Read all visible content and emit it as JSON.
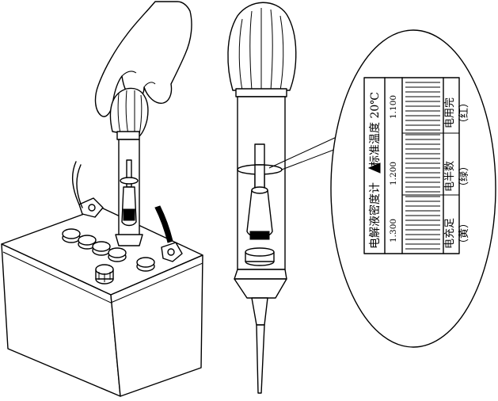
{
  "scale": {
    "title_text": "电解液密度计",
    "title_note": "标准温度 20℃",
    "readings": [
      "1.300",
      "1.200",
      "1.100"
    ],
    "status": [
      {
        "main": "电充足",
        "color": "（黄）"
      },
      {
        "main": "电半数",
        "color": "（绿）"
      },
      {
        "main": "电用完",
        "color": "（红）"
      }
    ]
  }
}
